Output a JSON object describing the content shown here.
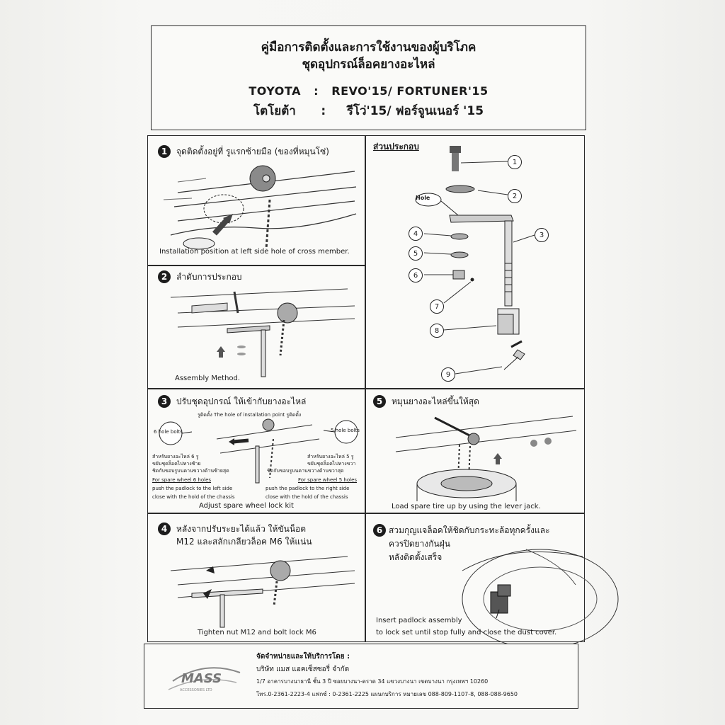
{
  "header": {
    "title_line1": "คู่มือการติดตั้งและการใช้งานของผู้บริโภค",
    "title_line2": "ชุดอุปกรณ์ล็อคยางอะไหล่",
    "model_en": "TOYOTA   :   REVO'15/ FORTUNER'15",
    "model_th": "โตโยต้า      :     รีโว่'15/ ฟอร์จูนเนอร์ '15"
  },
  "step1": {
    "num": "1",
    "title": "จุดติดตั้งอยู่ที่  รูแรกซ้ายมือ (ของที่หมุนโซ่)",
    "caption": "Installation position at left side hole of cross member."
  },
  "parts": {
    "title": "ส่วนประกอบ",
    "hole_label": "Hole",
    "callouts": [
      "1",
      "2",
      "3",
      "4",
      "5",
      "6",
      "7",
      "8",
      "9"
    ]
  },
  "step2": {
    "num": "2",
    "title": "ลำดับการประกอบ",
    "caption": "Assembly Method."
  },
  "step3": {
    "num": "3",
    "title": "ปรับชุดอุปกรณ์ ให้เข้ากับยางอะไหล่",
    "hole_note": "รูติดตั้ง The hole of installation point รูติดตั้ง",
    "bubble_left": "6 hole bolts",
    "bubble_right": "5 hole bolts",
    "left_th1": "สำหรับยางอะไหล่ 6 รู",
    "left_th2": "ขยับชุดล็อคไปทางซ้าย",
    "left_th3": "ชิดกับขอบรูบนคานขวางด้านซ้ายสุด",
    "left_en1": "For spare wheel 6 holes",
    "left_en2": "push the padlock to the left side",
    "left_en3": "close with the hold of the chassis",
    "right_th1": "สำหรับยางอะไหล่ 5 รู",
    "right_th2": "ขยับชุดล็อคไปทางขวา",
    "right_th3": "ชิดกับขอบรูบนคานขวางด้านขวาสุด",
    "right_en1": "For spare wheel 5 holes",
    "right_en2": "push the padlock to the right side",
    "right_en3": "close with the hold of the chassis",
    "caption": "Adjust spare wheel lock kit"
  },
  "step5": {
    "num": "5",
    "title": "หมุนยางอะไหล่ขึ้นให้สุด",
    "caption": "Load spare tire up by using the lever jack."
  },
  "step4": {
    "num": "4",
    "title_line1": "หลังจากปรับระยะได้แล้ว  ให้ขันน็อต",
    "title_line2": "M12  และสลักเกลียวล็อค  M6  ให้แน่น",
    "caption": "Tighten nut M12 and bolt lock M6"
  },
  "step6": {
    "num": "6",
    "title_line1": "สวมกุญแจล็อคให้ชิดกับกระทะล้อทุกครั้งและ",
    "title_line2": "ควรปิดยางกันฝุ่น",
    "title_line3": "หลังติดตั้งเสร็จ",
    "caption_line1": "Insert padlock assembly",
    "caption_line2": "to lock set until stop fully and close the dust cover."
  },
  "footer": {
    "logo_text": "MASS",
    "logo_sub": "ACCESSORIES LTD",
    "distributed_by": "จัดจำหน่ายและให้บริการโดย :",
    "company": "บริษัท  แมส  แอคเซ็สซอรี่  จำกัด",
    "address": "1/7  อาคารบางนาธานี  ชั้น 3  ปี  ซอยบางนา-ตราด 34  แขวงบางนา  เขตบางนา  กรุงเทพฯ  10260",
    "phone": "โทร.0-2361-2223-4     แฟกซ์ :  0-2361-2225  แผนกบริการ  หมายเลข  088-809-1107-8,  088-088-9650"
  }
}
